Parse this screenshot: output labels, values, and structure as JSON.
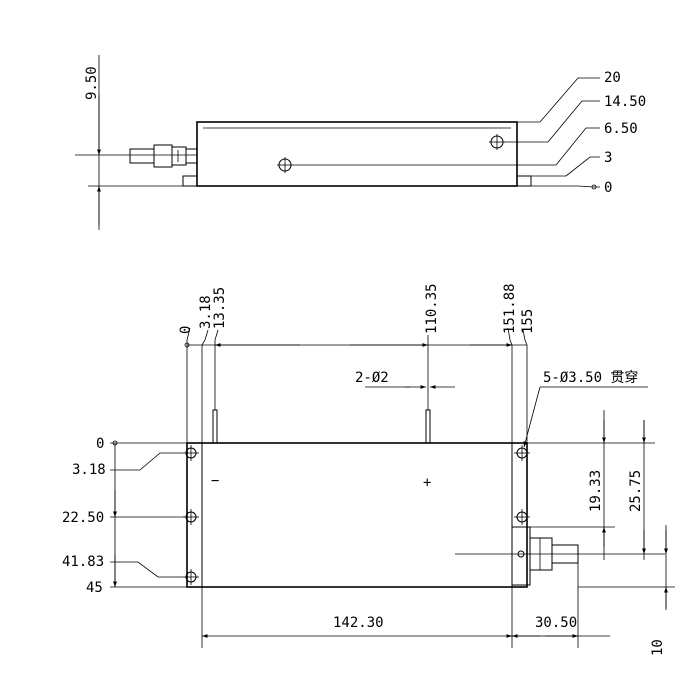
{
  "side_view": {
    "left_dim": "9.50",
    "right_dims": [
      "20",
      "14.50",
      "6.50",
      "3",
      "0"
    ]
  },
  "top_view": {
    "top_dims": [
      "0",
      "3.18",
      "13.35",
      "110.35",
      "151.88",
      "155"
    ],
    "left_dims": [
      "0",
      "3.18",
      "22.50",
      "41.83",
      "45"
    ],
    "right_dims": [
      "19.33",
      "25.75"
    ],
    "bottom_dims": [
      "142.30",
      "30.50"
    ],
    "far_right_dim": "10",
    "hole_callout_pins": "2-Ø2",
    "hole_callout_mount": "5-Ø3.50 贯穿",
    "minus_sign": "−",
    "plus_sign": "+"
  }
}
